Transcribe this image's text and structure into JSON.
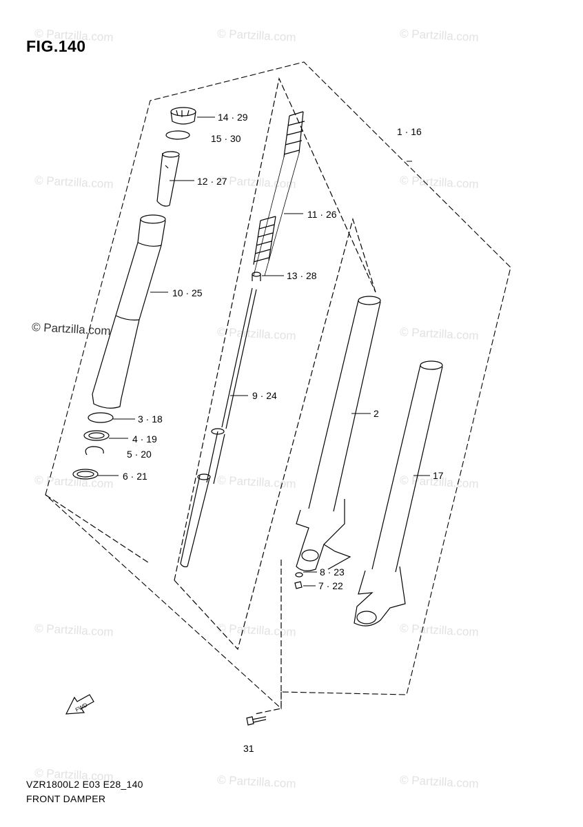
{
  "figure": {
    "title": "FIG.140"
  },
  "callouts": {
    "c14_29": "14 · 29",
    "c15_30": "15 · 30",
    "c12_27": "12 · 27",
    "c11_26": "11 · 26",
    "c13_28": "13 · 28",
    "c10_25": "10 · 25",
    "c9_24": "9 · 24",
    "c3_18": "3 · 18",
    "c4_19": "4 · 19",
    "c5_20": "5 · 20",
    "c6_21": "6 · 21",
    "c1_16": "1 · 16",
    "c2": "2",
    "c17": "17",
    "c8_23": "8 · 23",
    "c7_22": "7 · 22",
    "c31": "31"
  },
  "footer": {
    "model_code": "VZR1800L2 E03 E28_140",
    "section_name": "FRONT DAMPER"
  },
  "watermark": {
    "text": "© Partzilla.com"
  },
  "fwd_arrow": {
    "label": "FWD"
  },
  "colors": {
    "line": "#000000",
    "watermark": "#e2e2e2",
    "background": "#ffffff"
  }
}
